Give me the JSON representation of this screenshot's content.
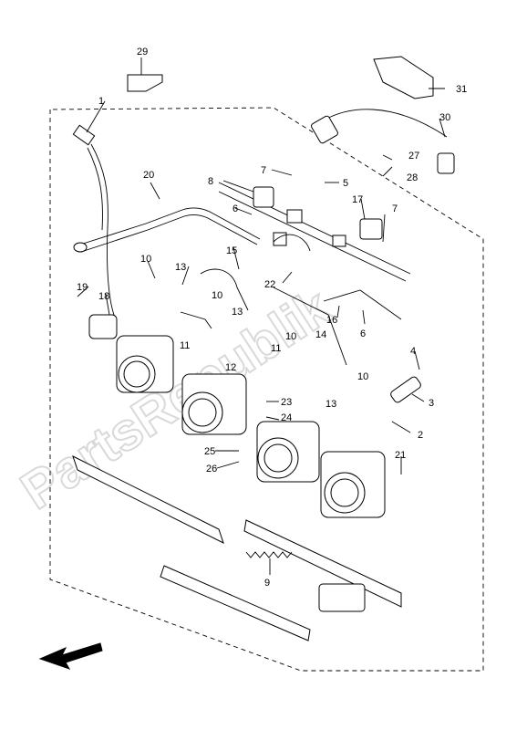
{
  "watermark": "PartsRepublik",
  "callouts": [
    "1",
    "2",
    "3",
    "4",
    "5",
    "6",
    "6",
    "7",
    "7",
    "8",
    "9",
    "10",
    "10",
    "10",
    "10",
    "11",
    "11",
    "12",
    "13",
    "13",
    "13",
    "14",
    "15",
    "16",
    "17",
    "18",
    "19",
    "20",
    "21",
    "22",
    "23",
    "24",
    "25",
    "26",
    "27",
    "28",
    "29",
    "30",
    "31"
  ],
  "arrow": "front-direction-arrow"
}
